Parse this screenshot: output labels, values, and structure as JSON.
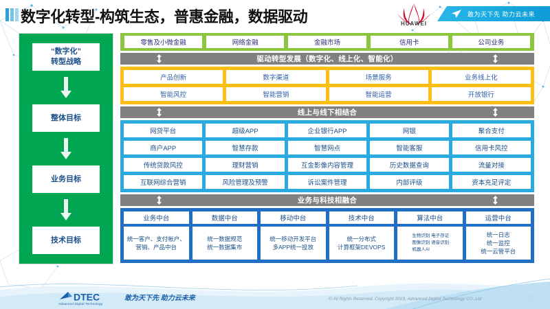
{
  "header": {
    "title": "数字化转型-构筑生态，普惠金融，数据驱动",
    "huawei_wordmark": "HUAWEI",
    "banner_text": "敢为天下先 助力云未来"
  },
  "sidebar": {
    "items": [
      {
        "label": "“数字化”\n转型战略"
      },
      {
        "label": "整体目标"
      },
      {
        "label": "业务目标"
      },
      {
        "label": "技术目标"
      }
    ]
  },
  "business_lines": {
    "items": [
      "零售及小微金融",
      "网络金融",
      "金融市场",
      "信用卡",
      "公司业务"
    ]
  },
  "layer_orange": {
    "divider": "驱动转型发展（数字化、线上化、智能化）",
    "items": [
      "产品创新",
      "数字渠道",
      "场景服务",
      "业务线上化",
      "智能风控",
      "智能营销",
      "智能运营",
      "开放银行"
    ]
  },
  "layer_cyan": {
    "divider": "线上与线下相结合",
    "items": [
      "网贷平台",
      "超级APP",
      "企业银行APP",
      "网银",
      "聚合支付",
      "商户APP",
      "智慧存款",
      "智慧网点",
      "智能客服",
      "信用卡风控",
      "传统贷款风控",
      "理财营销",
      "互金影像内容管理",
      "历史数据查询",
      "流量对接",
      "互联网综合营销",
      "风险管理及预警",
      "诉讼案件管理",
      "内部评级",
      "资本充足评定"
    ]
  },
  "layer_navy": {
    "divider": "业务与科技相融合",
    "columns": [
      {
        "head": "业务中台",
        "body": "统一客户、支付帐户、营销、产品中台"
      },
      {
        "head": "数据中台",
        "body": "统一数据规范\n统一数据集市"
      },
      {
        "head": "移动中台",
        "body": "统一移动开发平台\n多APP统一投放"
      },
      {
        "head": "技术中台",
        "body": "统一分布式\n计算框架DEVOPS"
      },
      {
        "head": "算法中台",
        "body": "生物识别 电子存证\n图像识别 语音识别\n机器人AI"
      },
      {
        "head": "运营中台",
        "body": "统一日志\n统一监控\n统一云管平台"
      }
    ]
  },
  "footer": {
    "logo_text": "DTEC",
    "logo_subtitle": "Advanced Digital Technology",
    "slogan": "敢为天下先  助力云未来",
    "copyright": "© All Rights Reserved. Copyright 2019, Advanced Digital Technology CO.,Ltd",
    "page_number": "10"
  },
  "colors": {
    "green": "#00a551",
    "lime": "#8cc63e",
    "orange": "#fdbe13",
    "cyan": "#29abe2",
    "navy": "#1f6fc4",
    "gray": "#808080",
    "text_blue": "#1b4f8a"
  }
}
